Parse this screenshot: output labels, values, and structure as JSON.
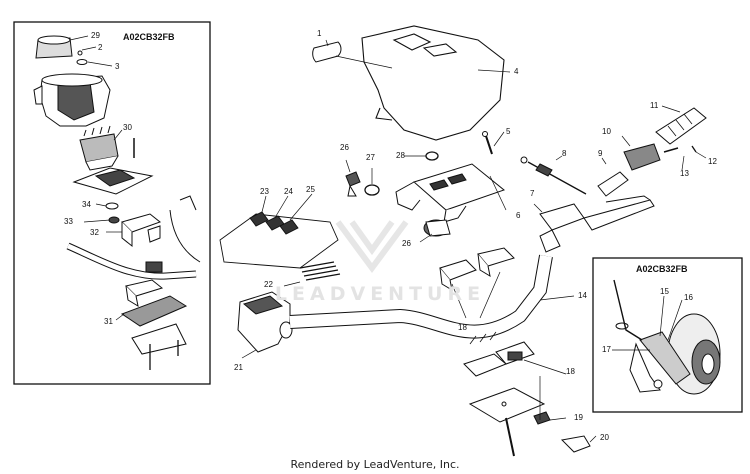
{
  "diagram": {
    "inset_left_code": "A02CB32FB",
    "inset_right_code": "A02CB32FB",
    "callouts": {
      "c1": "1",
      "c2": "2",
      "c3": "3",
      "c4": "4",
      "c5": "5",
      "c6": "6",
      "c7": "7",
      "c8": "8",
      "c9": "9",
      "c10": "10",
      "c11": "11",
      "c12": "12",
      "c13": "13",
      "c14": "14",
      "c15": "15",
      "c16": "16",
      "c17": "17",
      "c18a": "18",
      "c18b": "18",
      "c19": "19",
      "c20": "20",
      "c21": "21",
      "c22": "22",
      "c23": "23",
      "c24": "24",
      "c25": "25",
      "c26a": "26",
      "c26b": "26",
      "c27": "27",
      "c28": "28",
      "c29": "29",
      "c30": "30",
      "c31": "31",
      "c32": "32",
      "c33": "33",
      "c34": "34"
    }
  },
  "watermark": "LEADVENTURE",
  "footer": "Rendered by LeadVenture, Inc."
}
